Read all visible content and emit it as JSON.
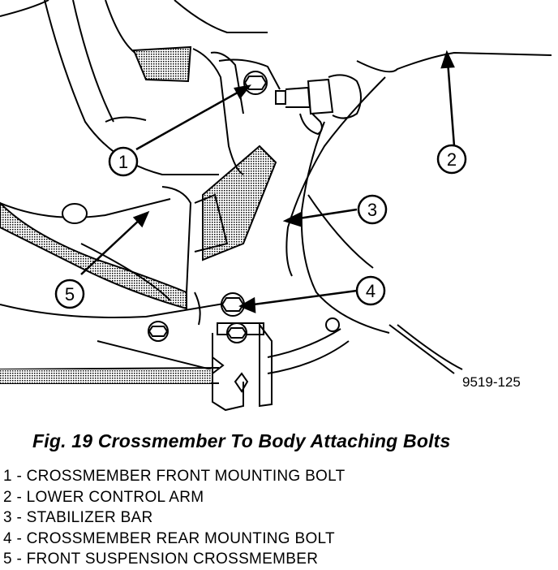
{
  "figure": {
    "code": "9519-125",
    "callouts": [
      "1",
      "2",
      "3",
      "4",
      "5"
    ]
  },
  "caption": "Fig. 19 Crossmember To Body Attaching Bolts",
  "legend": [
    "1 - CROSSMEMBER FRONT MOUNTING BOLT",
    "2 - LOWER CONTROL ARM",
    "3 - STABILIZER BAR",
    "4 - CROSSMEMBER REAR MOUNTING BOLT",
    "5 - FRONT SUSPENSION CROSSMEMBER"
  ],
  "colors": {
    "ink": "#000000",
    "paper": "#ffffff",
    "shade": "#9a9a9a"
  }
}
